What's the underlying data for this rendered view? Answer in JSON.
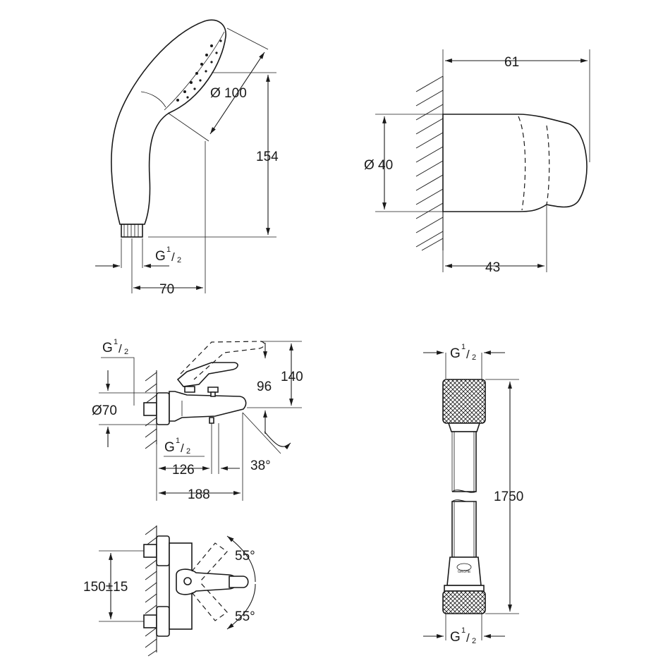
{
  "handshower": {
    "diameter": "Ø 100",
    "height": "154",
    "width": "70",
    "thread": "G",
    "thread_num": "1",
    "thread_den": "2"
  },
  "holder": {
    "depth": "61",
    "diameter": "Ø 40",
    "depth_to_hook": "43"
  },
  "mixer_side": {
    "thread_top": "G",
    "thread_top_num": "1",
    "thread_top_den": "2",
    "height_total": "140",
    "height_spout": "96",
    "rosette_diameter": "Ø70",
    "thread_bottom": "G",
    "thread_bottom_num": "1",
    "thread_bottom_den": "2",
    "projection_outlet": "126",
    "projection_total": "188",
    "angle": "38°"
  },
  "mixer_top": {
    "centres": "150±15",
    "angle_up": "55°",
    "angle_down": "55°"
  },
  "hose": {
    "thread_top": "G",
    "thread_top_num": "1",
    "thread_top_den": "2",
    "length": "1750",
    "thread_bottom": "G",
    "thread_bottom_num": "1",
    "thread_bottom_den": "2",
    "brand_mark": "GROHE"
  }
}
